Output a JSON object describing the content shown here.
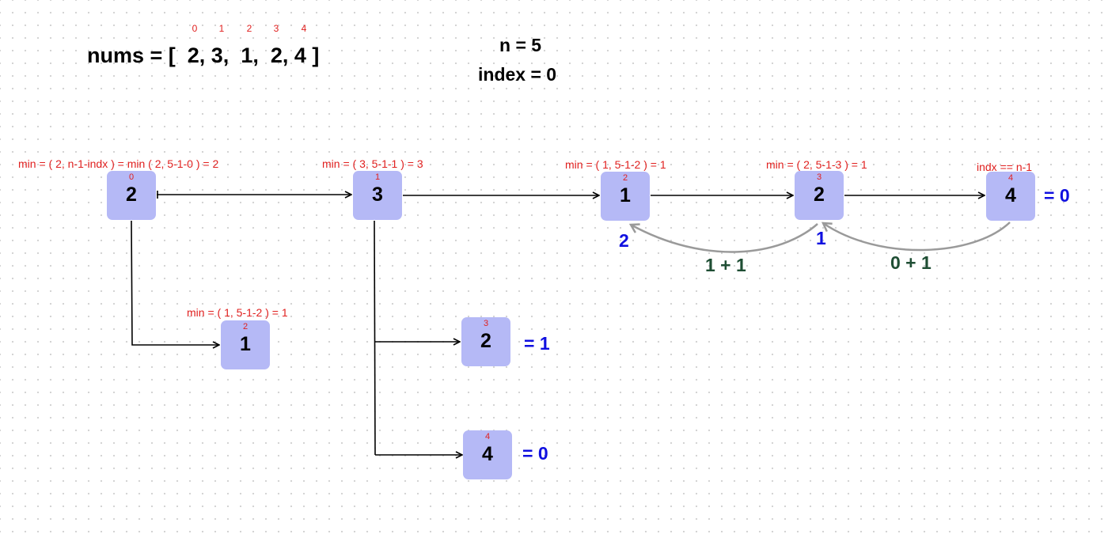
{
  "header": {
    "nums_label": "nums = [  2, 3,  1,  2, 4 ]",
    "array_indices": [
      "0",
      "1",
      "2",
      "3",
      "4"
    ],
    "n_label": "n = 5",
    "index_label": "index = 0"
  },
  "nodes": {
    "n_top0": {
      "index": "0",
      "value": "2"
    },
    "n_top1": {
      "index": "1",
      "value": "3"
    },
    "n_top2": {
      "index": "2",
      "value": "1"
    },
    "n_top3": {
      "index": "3",
      "value": "2"
    },
    "n_top4": {
      "index": "4",
      "value": "4"
    },
    "n_child_a": {
      "index": "2",
      "value": "1"
    },
    "n_child_b": {
      "index": "3",
      "value": "2"
    },
    "n_child_c": {
      "index": "4",
      "value": "4"
    }
  },
  "captions": {
    "top0": "min = ( 2, n-1-indx ) = min ( 2, 5-1-0 ) = 2",
    "top1": "min = ( 3, 5-1-1 ) = 3",
    "top2": "min = ( 1, 5-1-2 ) = 1",
    "top3": "min = ( 2, 5-1-3 ) = 1",
    "top4": "indx == n-1",
    "child_a": "min = ( 1, 5-1-2 ) = 1"
  },
  "results": {
    "top4": "= 0",
    "child_b": "= 1",
    "child_c": "= 0",
    "back_top2": "2",
    "back_top3": "1"
  },
  "sums": {
    "sum_a": "1 + 1",
    "sum_b": "0 + 1"
  },
  "colors": {
    "node_fill": "#b5b9f6",
    "caption_red": "#e0201f",
    "result_blue": "#1010e0",
    "sum_green": "#1f4e34",
    "return_arrow_gray": "#9a9a9a"
  }
}
